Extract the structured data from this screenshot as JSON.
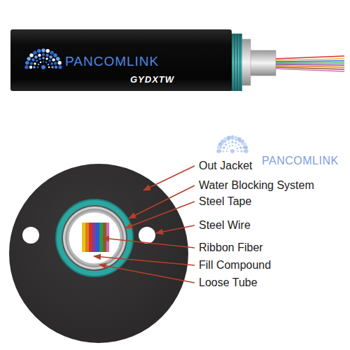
{
  "diagram": {
    "labels": [
      "PANCOMLINK",
      "GYDXTW",
      "Out Jacket",
      "Water Blocking System",
      "Steel Tape",
      "Steel Wire",
      "Ribbon Fiber",
      "Fill Compound",
      "Loose Tube",
      "PANCOMLINK"
    ]
  }
}
